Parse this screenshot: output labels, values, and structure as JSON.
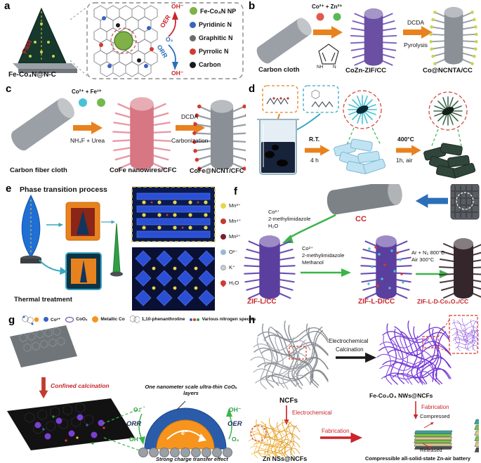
{
  "panel_a": {
    "label": "a",
    "fast": "Fast",
    "material": "Fe-Co₄N@N-C",
    "oh_top": "OH⁻",
    "oer": "OER",
    "o2": "O₂",
    "orr": "ORR",
    "oh_bottom": "OH⁻",
    "legend": [
      {
        "name": "Fe-Co₄N NP",
        "color": "#7fb148"
      },
      {
        "name": "Pyridinic N",
        "color": "#3a63c0"
      },
      {
        "name": "Graphitic N",
        "color": "#6b6b6b"
      },
      {
        "name": "Pyrrolic N",
        "color": "#d23b2f"
      },
      {
        "name": "Carbon",
        "color": "#1a1a1a"
      }
    ]
  },
  "panel_b": {
    "label": "b",
    "ions": "Co²⁺ + Zn²⁺",
    "imidazole_nh": "NH",
    "imidazole_n": "N",
    "substrate": "Carbon cloth",
    "intermediate": "CoZn-ZIF/CC",
    "step_top": "DCDA",
    "step_bottom": "Pyrolysis",
    "product": "Co@NCNTA/CC"
  },
  "panel_c": {
    "label": "c",
    "ions": "Co²⁺ + Fe³⁺",
    "reagents": "NH₄F + Urea",
    "substrate": "Carbon fiber cloth",
    "intermediate": "CoFe nanowires/CFC",
    "step_top": "DCDA",
    "step_bottom": "Carbonization",
    "product": "CoFe@NCNT/CFC"
  },
  "panel_d": {
    "label": "d",
    "step1_top": "R.T.",
    "step1_bottom": "4 h",
    "step2_top": "400°C",
    "step2_bottom": "1h, air"
  },
  "panel_e": {
    "label": "e",
    "title": "Phase transition process",
    "treatment": "Thermal treatment",
    "legend": [
      {
        "name": "Mn³⁺",
        "color": "#e8d44d"
      },
      {
        "name": "Mn⁴⁺",
        "color": "#c23b2f"
      },
      {
        "name": "Mn²⁺",
        "color": "#7a1f2b"
      },
      {
        "name": "O²⁻",
        "color": "#9db8d2"
      },
      {
        "name": "K⁺",
        "color": "#c9ced4"
      },
      {
        "name": "H₂O",
        "color": "#d23b2f"
      }
    ]
  },
  "panel_f": {
    "label": "f",
    "substrate": "CC",
    "step1_l1": "Co²⁺",
    "step1_l2": "2-methylimidazole",
    "step1_l3": "H₂O",
    "step2_l1": "Co²⁺",
    "step2_l2": "2-methylimidazole",
    "step2_l3": "Methanol",
    "step3_l1": "Ar + N₂  800°C",
    "step3_l2": "Air  300°C",
    "product1": "ZIF-L/CC",
    "product2": "ZIF-L-D/CC",
    "product3": "ZIF-L-D-Co₃O₄/CC"
  },
  "panel_g": {
    "label": "g",
    "legend": [
      {
        "name": "Co²⁺",
        "color": "#3a63c0"
      },
      {
        "name": "CoOₓ",
        "color": "#5b3f9e"
      },
      {
        "name": "Metallic Co",
        "color": "#f7941d"
      },
      {
        "name": "1,10-phenanthroline",
        "color": "#333333"
      },
      {
        "name": "Various nitrogen species",
        "color": "#2f9e44"
      }
    ],
    "calcination": "Confined calcination",
    "zoom_title": "One nanometer scale ultra-thin CoOₓ layers",
    "o2_left": "O₂",
    "orr": "ORR",
    "oh_left": "OH⁻",
    "oh_right": "OH⁻",
    "oer": "OER",
    "o2_right": "O₂",
    "electron": "e⁻",
    "effect": "Strong charge transfer effect"
  },
  "panel_h": {
    "label": "h",
    "ncfs": "NCFs",
    "arrow_top_l1": "Electrochemical",
    "arrow_top_l2": "Calcination",
    "product_top": "Fe-Co₃O₄ NWs@NCFs",
    "arrow_left": "Electrochemical",
    "arrow_right": "Fabrication",
    "product_left": "Zn NSs@NCFs",
    "arrow_bottom": "Fabrication",
    "compressed": "Compressed",
    "released": "Released",
    "battery": "Compressible all-solid-state Zn-air battery"
  }
}
